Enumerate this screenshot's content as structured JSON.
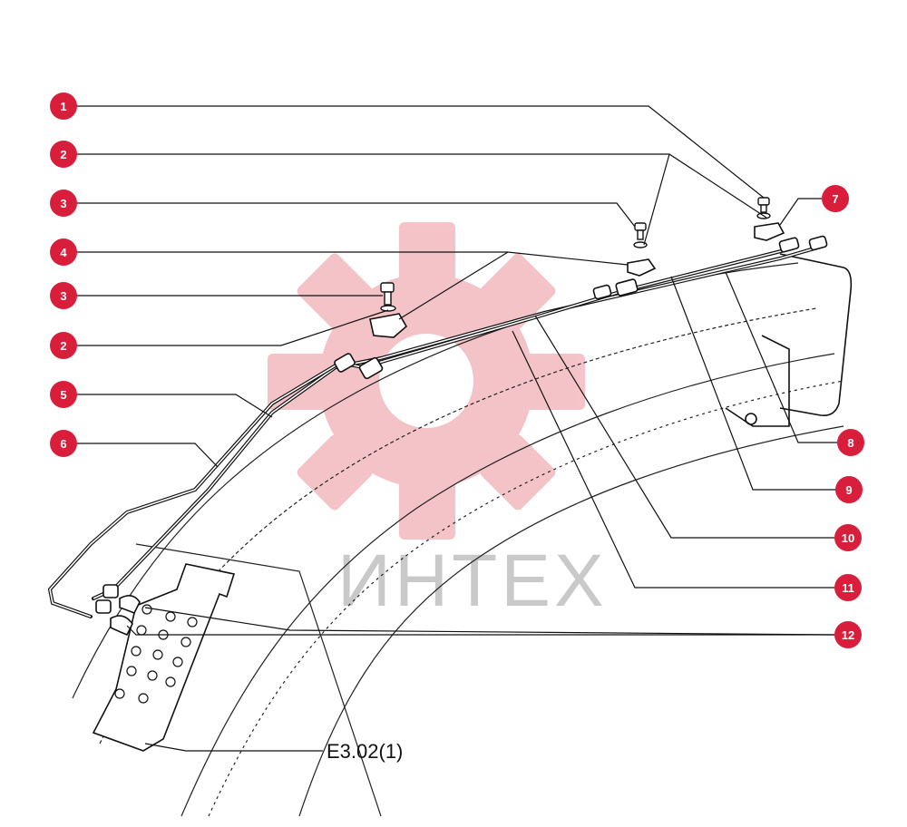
{
  "watermark": {
    "text": "ИНТЕХ",
    "logo": "gear-icon"
  },
  "figure_ref": "E3.02(1)",
  "callouts": [
    "1",
    "2",
    "3",
    "4",
    "3",
    "2",
    "5",
    "6",
    "7",
    "8",
    "9",
    "10",
    "11",
    "12"
  ],
  "colors": {
    "callout": "#d81e3a",
    "line": "#111111",
    "watermark_gear": "#f3b9be",
    "watermark_text": "#c9c9c9"
  }
}
